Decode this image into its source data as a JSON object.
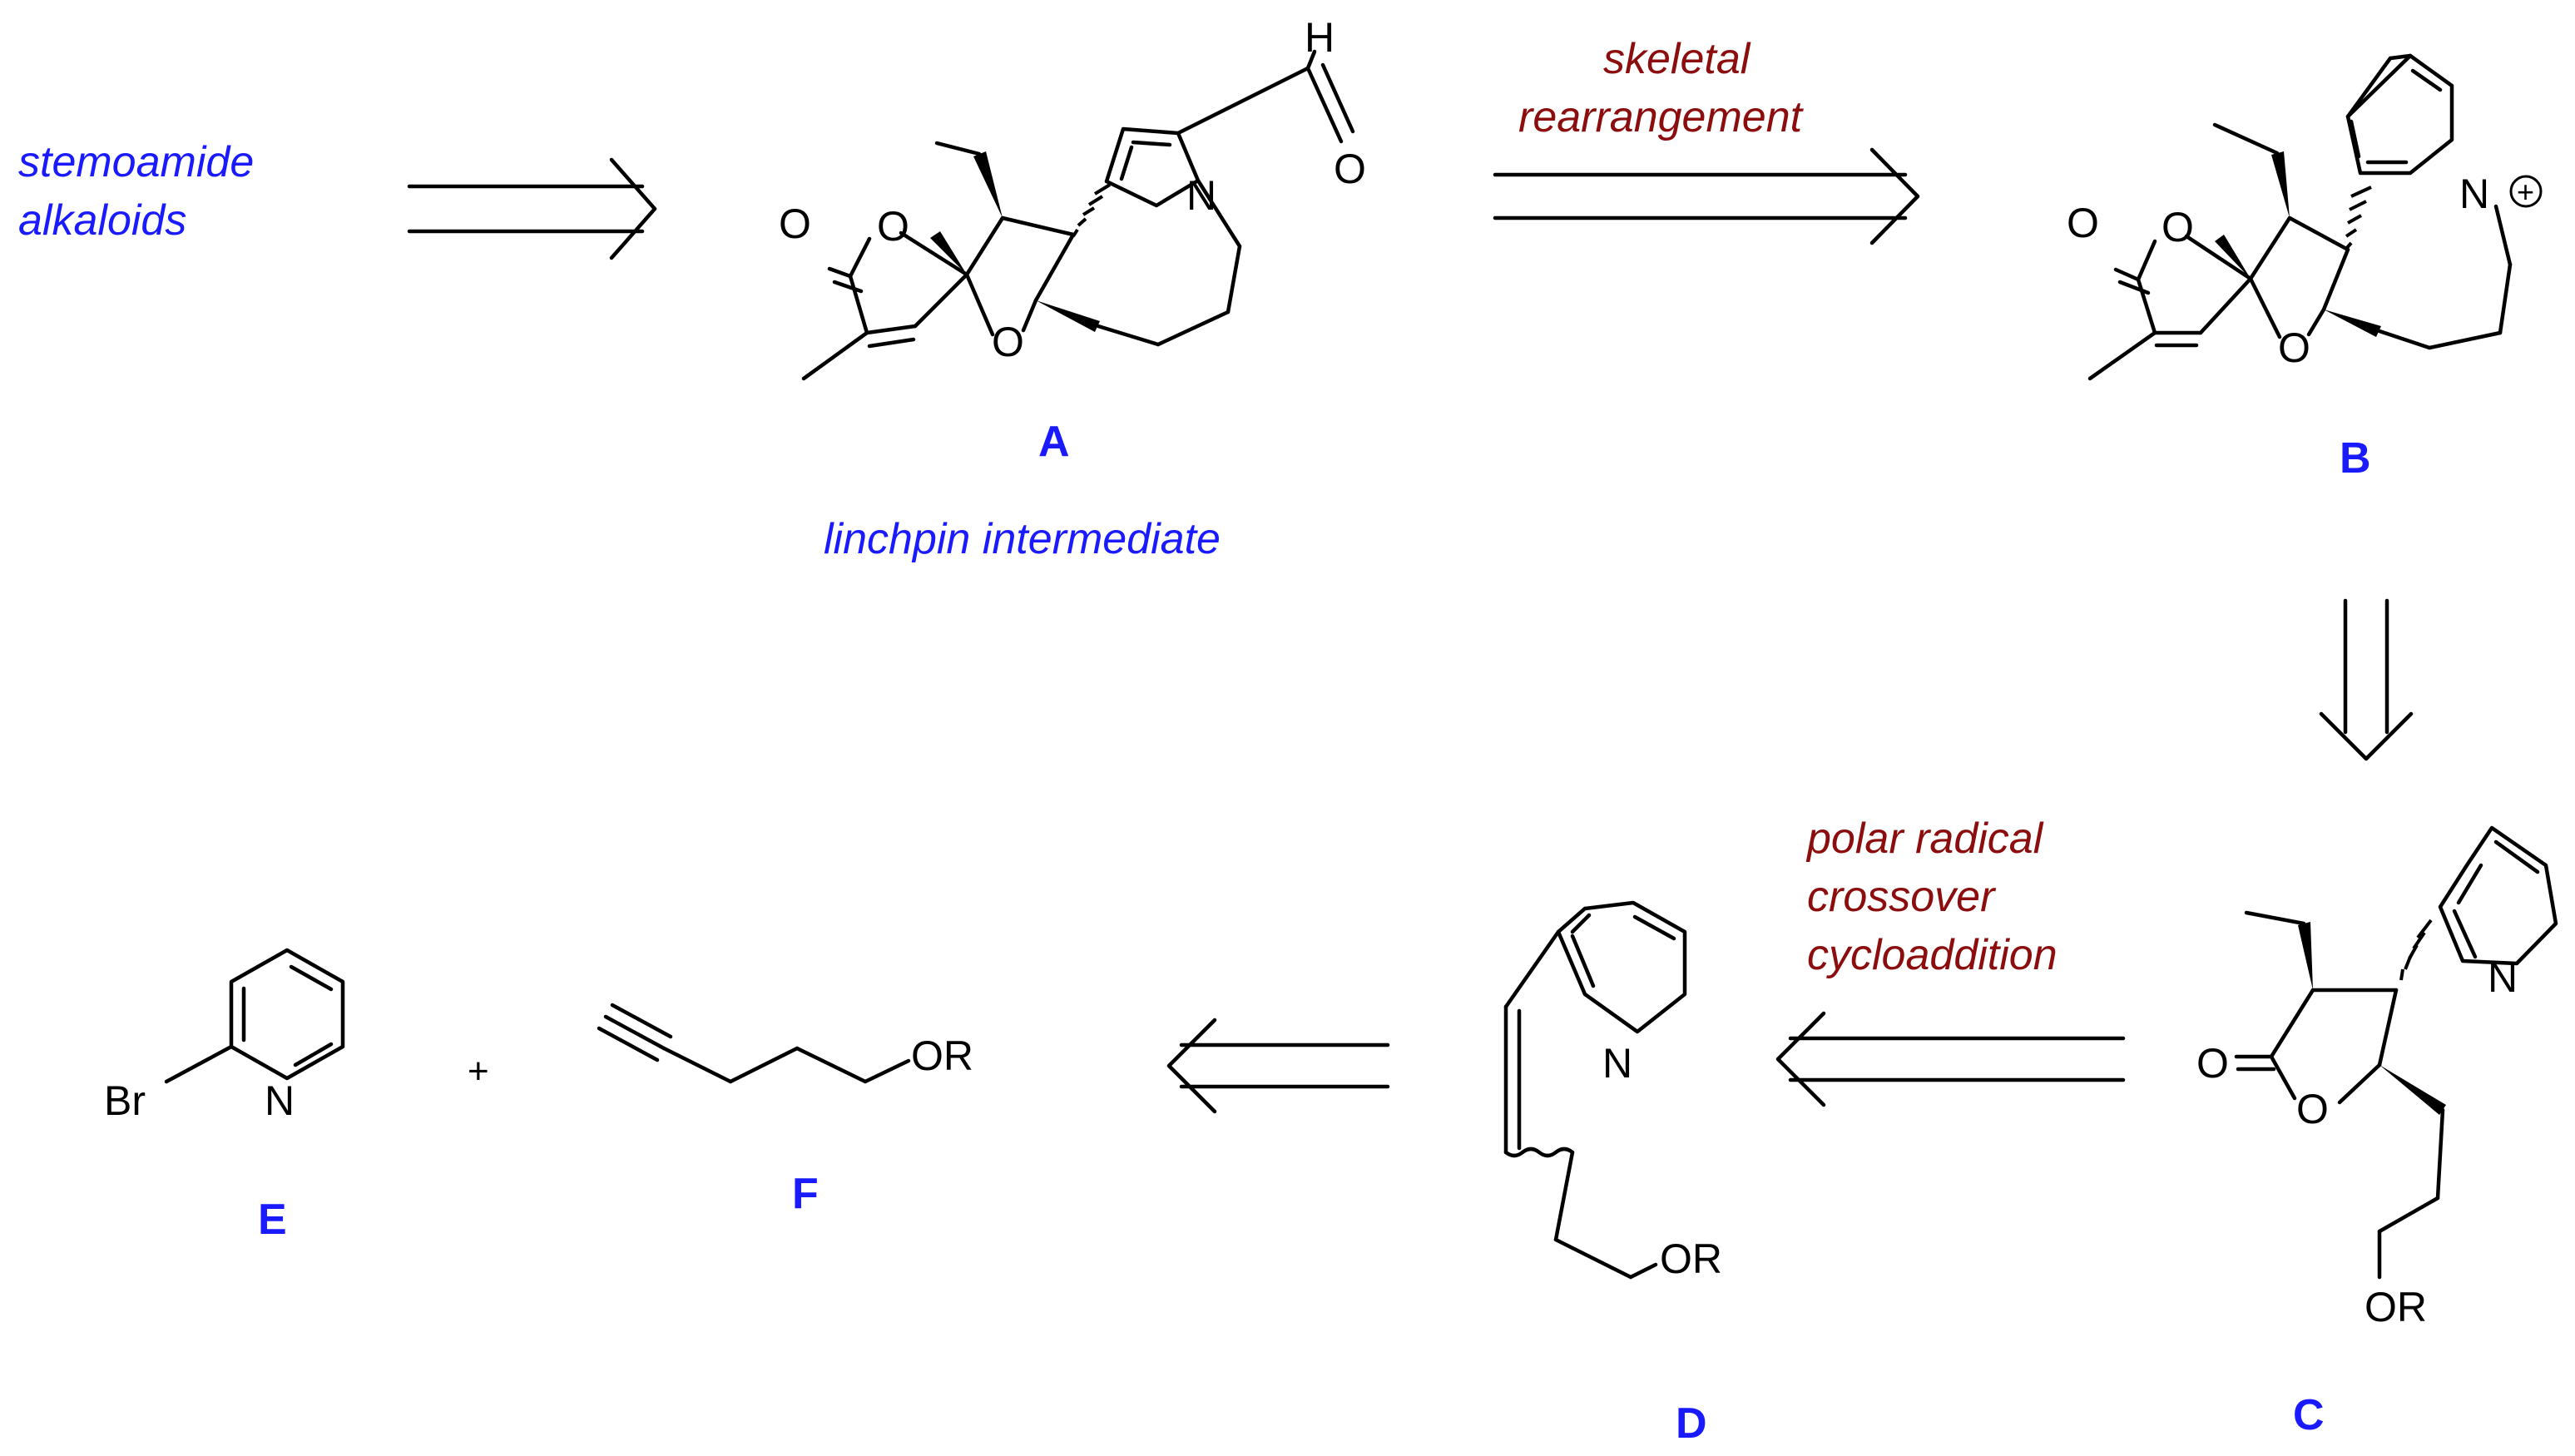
{
  "colors": {
    "compound_label": "#1a1aff",
    "blue_note": "#1a1aff",
    "red_note": "#8b0d0d",
    "structure": "#000000"
  },
  "notes": {
    "stemoamide_line1": "stemoamide",
    "stemoamide_line2": "alkaloids",
    "linchpin": "linchpin intermediate",
    "skeletal_line1": "skeletal",
    "skeletal_line2": "rearrangement",
    "polar_line1": "polar radical",
    "polar_line2": "crossover",
    "polar_line3": "cycloaddition"
  },
  "compounds": {
    "A": "A",
    "B": "B",
    "C": "C",
    "D": "D",
    "E": "E",
    "F": "F"
  },
  "atoms": {
    "O": "O",
    "N": "N",
    "H": "H",
    "Br": "Br",
    "OR": "OR",
    "charge": "+"
  },
  "misc": {
    "plus": "+"
  },
  "arrows": [
    "retro-arrow-stemoamide-to-A",
    "retro-arrow-A-to-B",
    "retro-arrow-B-to-C",
    "retro-arrow-C-to-D",
    "retro-arrow-D-to-EF"
  ]
}
